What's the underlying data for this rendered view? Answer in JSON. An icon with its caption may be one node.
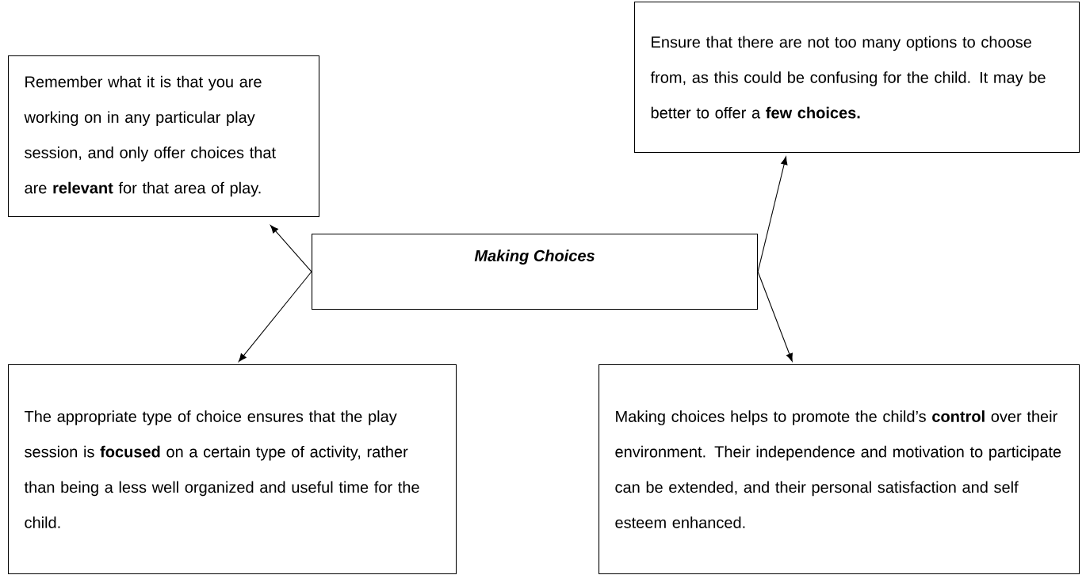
{
  "diagram": {
    "nodes": [
      {
        "text": [
          "Making Choices"
        ]
      },
      {
        "text": [
          "Remember what it is that you are working on in any particular play session, and only offer choices that are **relevant** for that area of play."
        ]
      },
      {
        "text": [
          "Ensure that there are not too many options to choose from, as this could be confusing for the child. It may be better to offer a **few choices.**"
        ]
      },
      {
        "text": [
          "The appropriate type of choice ensures that the play session is **focused** on a certain type of activity, rather than being a less well organized and useful time for the child."
        ]
      },
      {
        "text": [
          "Making choices helps to promote the child’s **control** over their environment. Their independence and motivation to participate can be extended, and their personal satisfaction and self esteem enhanced."
        ]
      }
    ],
    "edges": [
      {
        "from": 0,
        "to": 1,
        "arrow": "to"
      },
      {
        "from": 0,
        "to": 2,
        "arrow": "to"
      },
      {
        "from": 0,
        "to": 3,
        "arrow": "to"
      },
      {
        "from": 0,
        "to": 4,
        "arrow": "to"
      }
    ]
  }
}
